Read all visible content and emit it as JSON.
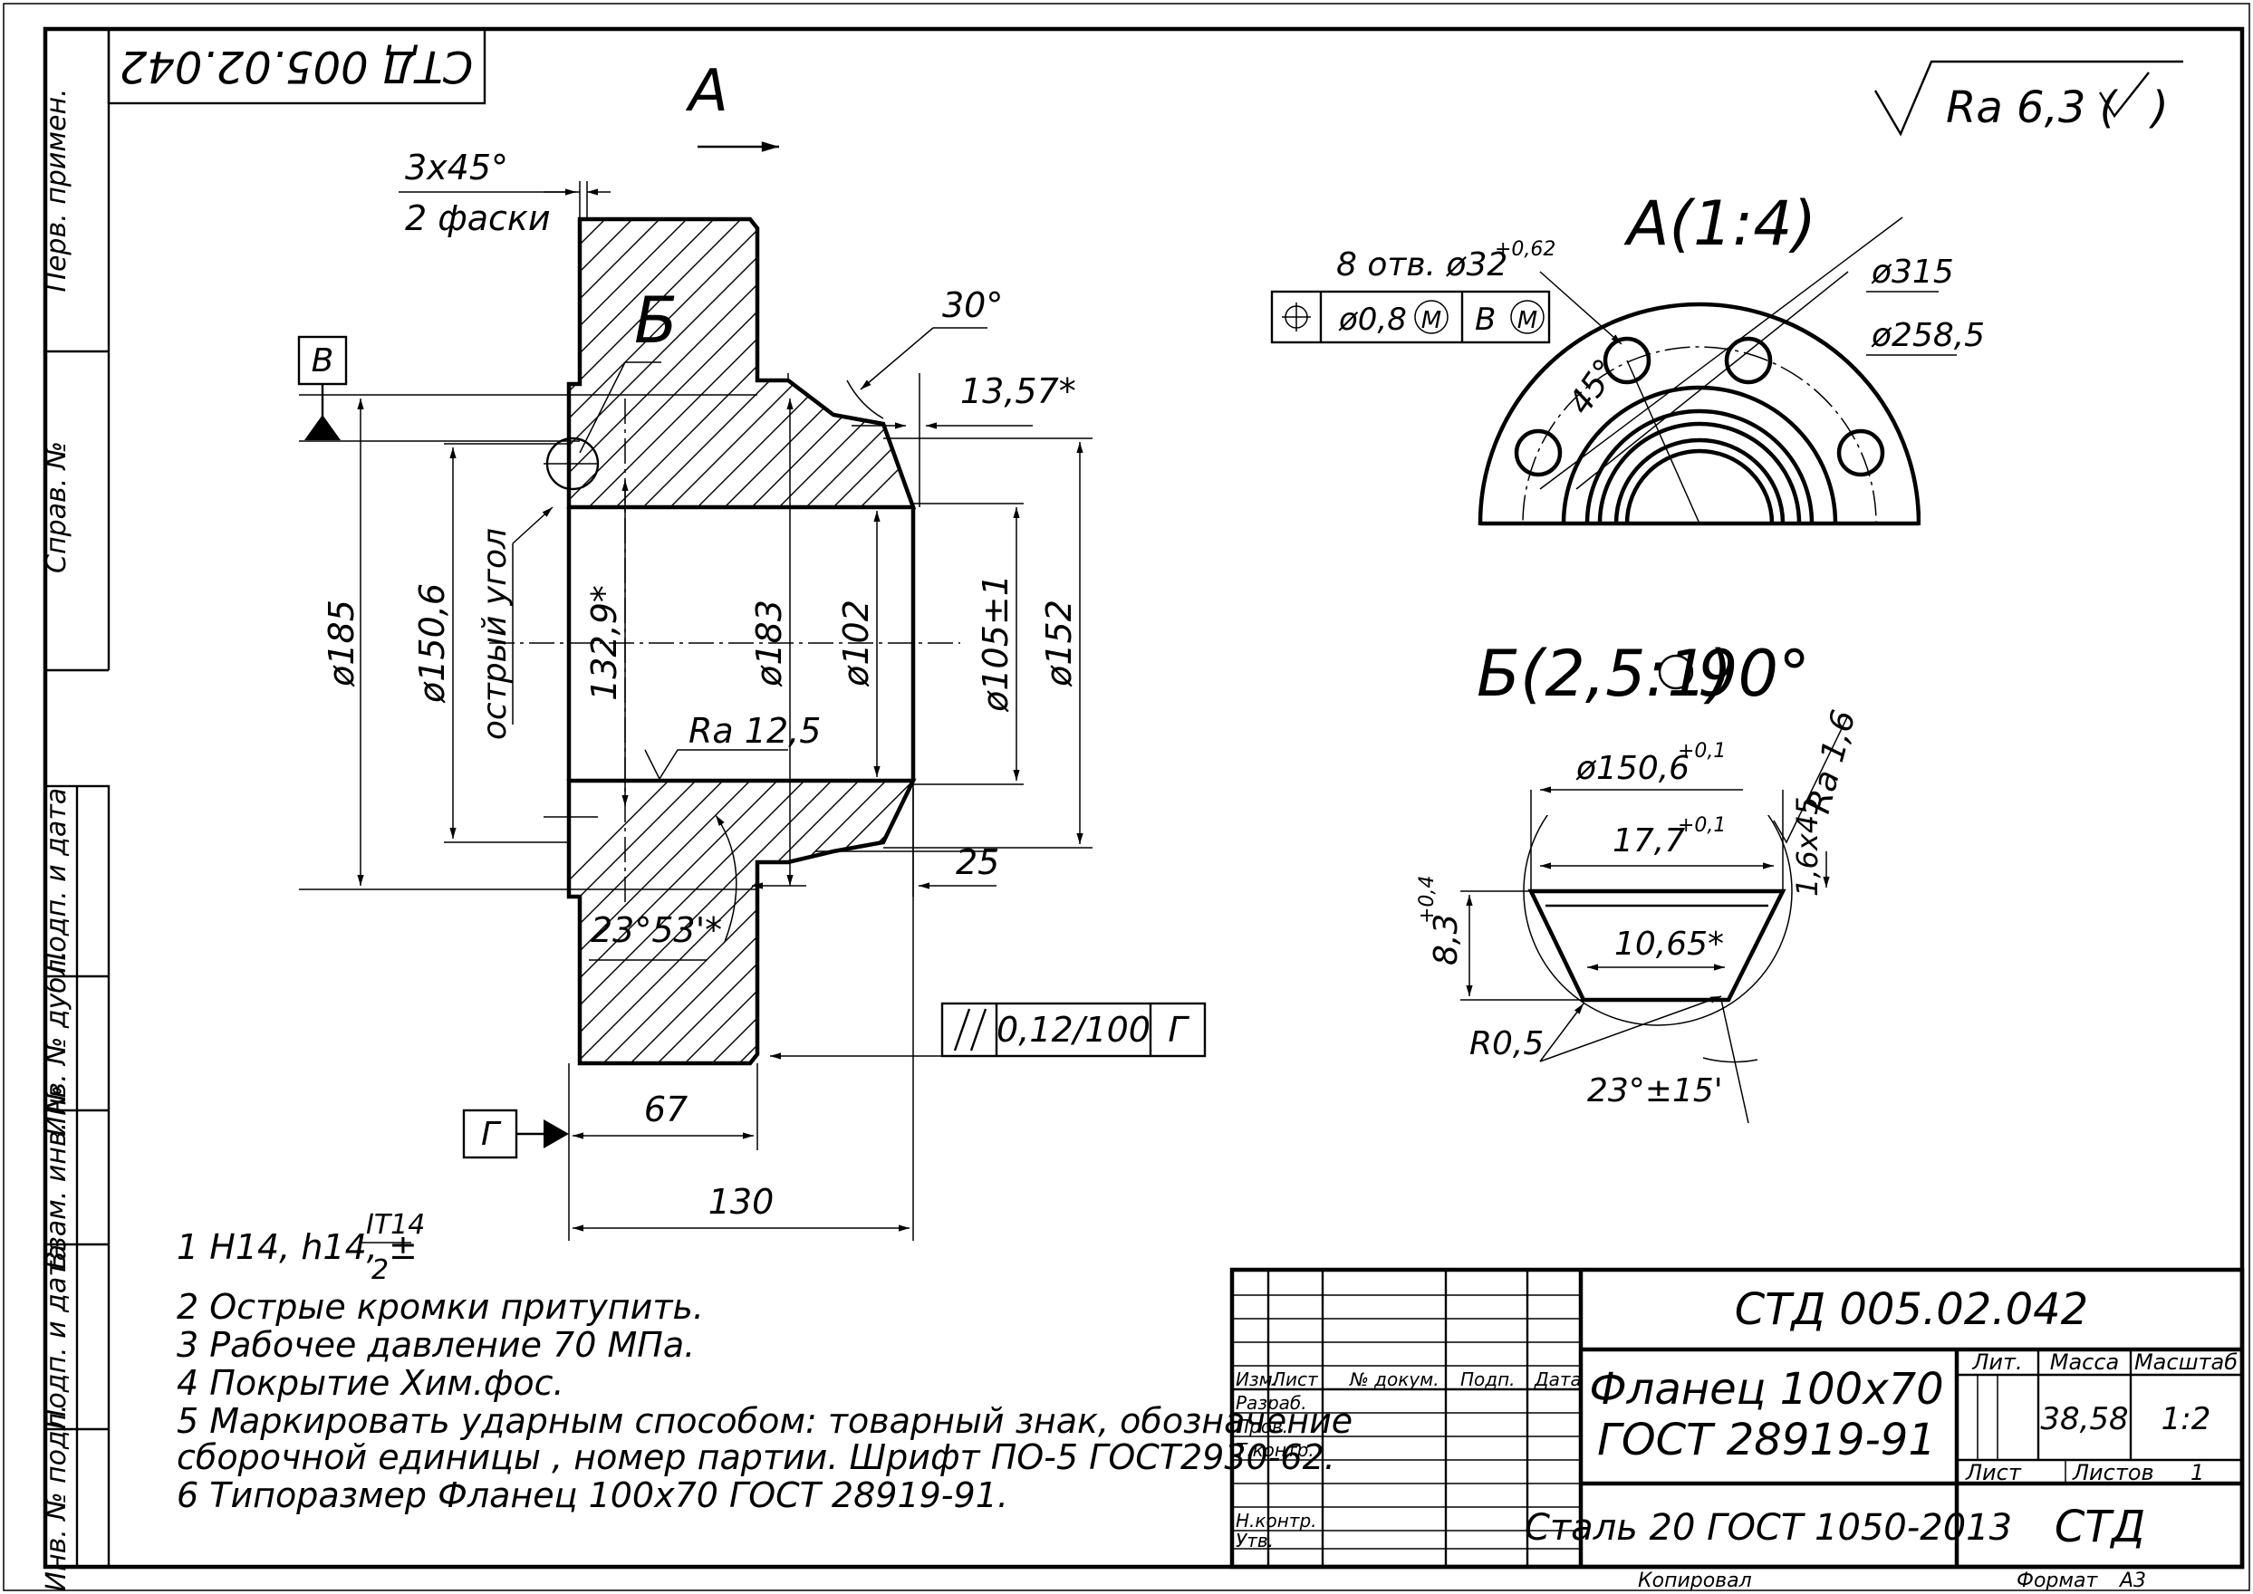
{
  "drawing": {
    "code": "СТД 005.02.042",
    "code_rotated": "СТД 005.02.042",
    "view_label_A": "А",
    "roughness_general": "Ra 6,3 (",
    "roughness_general_tail": ")",
    "view_A_title": "А(1:4)",
    "view_B_title": "Б(2,5:1)",
    "view_B_rotation": "90°",
    "section_label_B": "Б",
    "datum_V": "В",
    "datum_G": "Г"
  },
  "dims_main": {
    "chamfer": "3x45°",
    "chamfer_note": "2 фаски",
    "angle_30": "30°",
    "d_13_57": "13,57*",
    "d185": "ø185",
    "d150_6": "ø150,6",
    "sharp_angle": "острый угол",
    "d132_9": "132,9*",
    "d183": "ø183",
    "d102": "ø102",
    "d105": "ø105±1",
    "d152": "ø152",
    "ra12_5": "Ra 12,5",
    "d25": "25",
    "angle_23_53": "23°53'*",
    "parallel_tol": "0,12/100",
    "parallel_datum": "Г",
    "d67": "67",
    "d130": "130"
  },
  "view_A": {
    "holes_note": "8 отв. ø32",
    "holes_tol": "+0,62",
    "position_tol": "ø0,8",
    "position_mod": "M",
    "position_datum": "В",
    "d315": "ø315",
    "d258_5": "ø258,5",
    "angle45": "45°"
  },
  "view_B": {
    "d150_6": "ø150,6",
    "d150_6_tol": "+0,1",
    "d17_7": "17,7",
    "d17_7_tol": "+0,1",
    "ra16": "Ra 1,6",
    "chamfer16": "1,6x45",
    "d8_3": "8,3",
    "d8_3_tol": "+0,4",
    "d10_65": "10,65*",
    "r0_5": "R0,5",
    "angle23": "23°±15'"
  },
  "notes": [
    "1 H14, h14, ±",
    "2 Острые кромки притупить.",
    "3 Рабочее давление 70 МПа.",
    "4 Покрытие Хим.фос.",
    "5 Маркировать ударным способом: товарный знак, обозначение",
    "сборочной единицы , номер партии. Шрифт ПО-5 ГОСТ2930-62.",
    "6 Типоразмер Фланец 100х70 ГОСТ 28919-91."
  ],
  "note1_frac": {
    "num": "IT14",
    "den": "2"
  },
  "side_labels": [
    "Перв. примен.",
    "Справ. №",
    "Подп. и дата",
    "Инв. № дубл.",
    "Взам. инв. №",
    "Подп. и дата",
    "Инв. № подл."
  ],
  "title_block": {
    "code": "СТД 005.02.042",
    "name_line1": "Фланец 100х70",
    "name_line2": "ГОСТ 28919-91",
    "material": "Сталь 20 ГОСТ 1050-2013",
    "company": "СТД",
    "col_izm": "Изм.",
    "col_list": "Лист",
    "col_docnum": "№ докум.",
    "col_podp": "Подп.",
    "col_data": "Дата",
    "row_razrab": "Разраб.",
    "row_prov": "Пров.",
    "row_tkontr": "Т.контр.",
    "row_nkontr": "Н.контр.",
    "row_utv": "Утв.",
    "lit": "Лит.",
    "massa": "Масса",
    "masshtab": "Масштаб",
    "massa_value": "38,58",
    "scale_value": "1:2",
    "sheet": "Лист",
    "sheets": "Листов",
    "sheets_value": "1",
    "copied": "Копировал",
    "format": "Формат",
    "format_value": "А3"
  }
}
